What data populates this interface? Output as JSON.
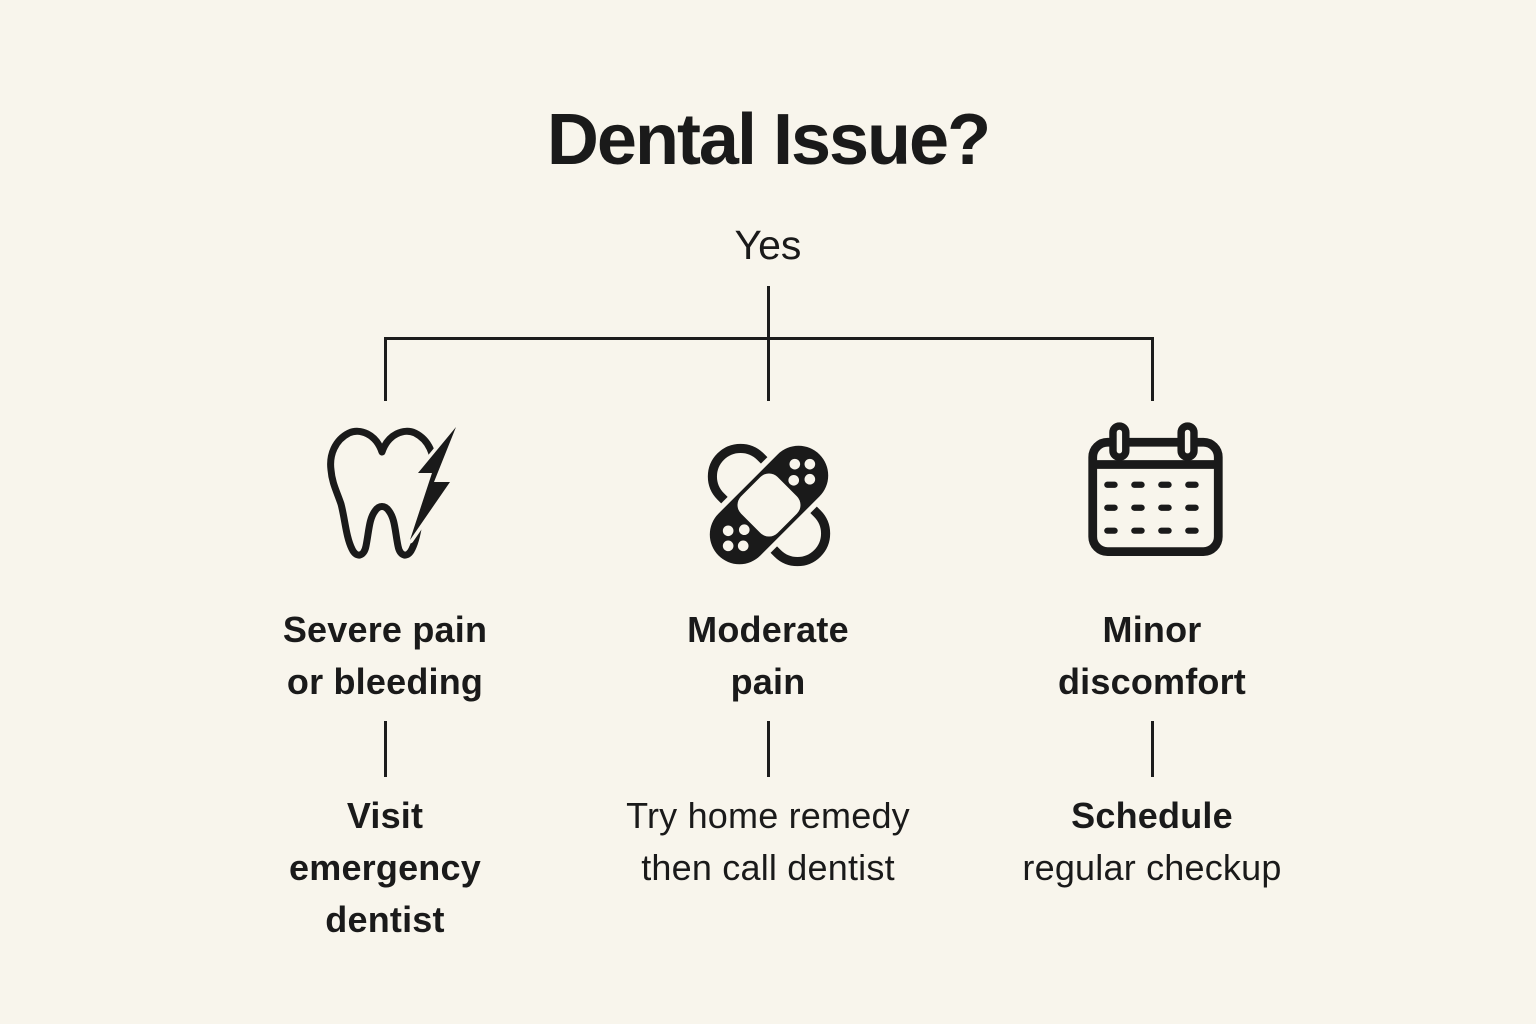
{
  "page": {
    "background_color": "#f8f5ec",
    "ink_color": "#1a1a1a"
  },
  "title": "Dental Issue?",
  "branch_label": "Yes",
  "columns": [
    {
      "id": "severe",
      "icon": "tooth-pain-icon",
      "condition_line1": "Severe pain",
      "condition_line2": "or bleeding",
      "action_line1": "Visit",
      "action_line2": "emergency",
      "action_line3": "dentist"
    },
    {
      "id": "moderate",
      "icon": "bandage-icon",
      "condition_line1": "Moderate",
      "condition_line2": "pain",
      "action_line1": "Try home remedy",
      "action_line2": "then call dentist"
    },
    {
      "id": "minor",
      "icon": "calendar-icon",
      "condition_line1": "Minor",
      "condition_line2": "discomfort",
      "action_line1": "Schedule",
      "action_line2": "regular checkup"
    }
  ]
}
